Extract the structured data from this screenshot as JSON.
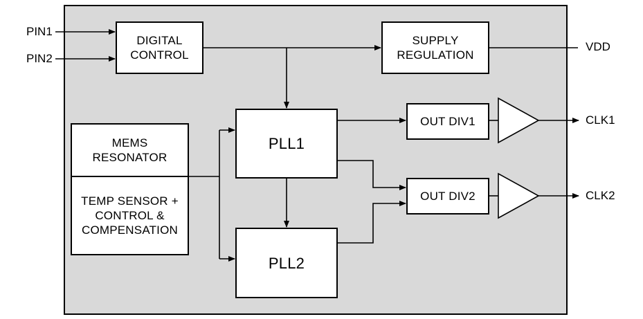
{
  "blocks": {
    "digital_control": "DIGITAL\nCONTROL",
    "supply_regulation": "SUPPLY\nREGULATION",
    "pll1": "PLL1",
    "pll2": "PLL2",
    "mems_resonator": "MEMS\nRESONATOR",
    "temp_sensor": "TEMP SENSOR +\nCONTROL &\nCOMPENSATION",
    "out_div1": "OUT DIV1",
    "out_div2": "OUT DIV2"
  },
  "pins": {
    "pin1": "PIN1",
    "pin2": "PIN2",
    "vdd": "VDD",
    "clk1": "CLK1",
    "clk2": "CLK2"
  }
}
